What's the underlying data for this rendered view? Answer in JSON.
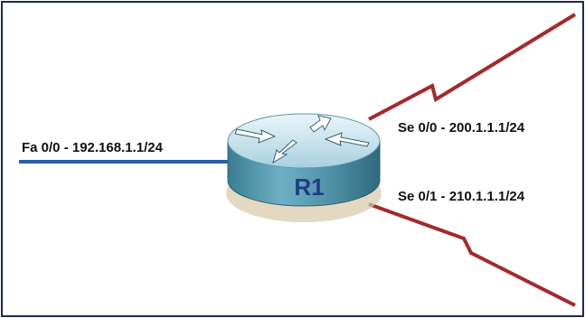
{
  "diagram": {
    "router": {
      "name": "R1"
    },
    "interfaces": [
      {
        "id": "fa",
        "label": "Fa 0/0 - 192.168.1.1/24",
        "link_type": "ethernet",
        "link_color": "#2a5ea8"
      },
      {
        "id": "se0",
        "label": "Se 0/0 - 200.1.1.1/24",
        "link_type": "serial",
        "link_color": "#a52a2a"
      },
      {
        "id": "se1",
        "label": "Se 0/1 - 210.1.1.1/24",
        "link_type": "serial",
        "link_color": "#a52a2a"
      }
    ]
  },
  "colors": {
    "border": "#1e2b4a",
    "router_top": "#cfe6f0",
    "router_side": "#4d8ea3",
    "router_label": "#1d3e86"
  },
  "icons": [
    "router-icon"
  ]
}
